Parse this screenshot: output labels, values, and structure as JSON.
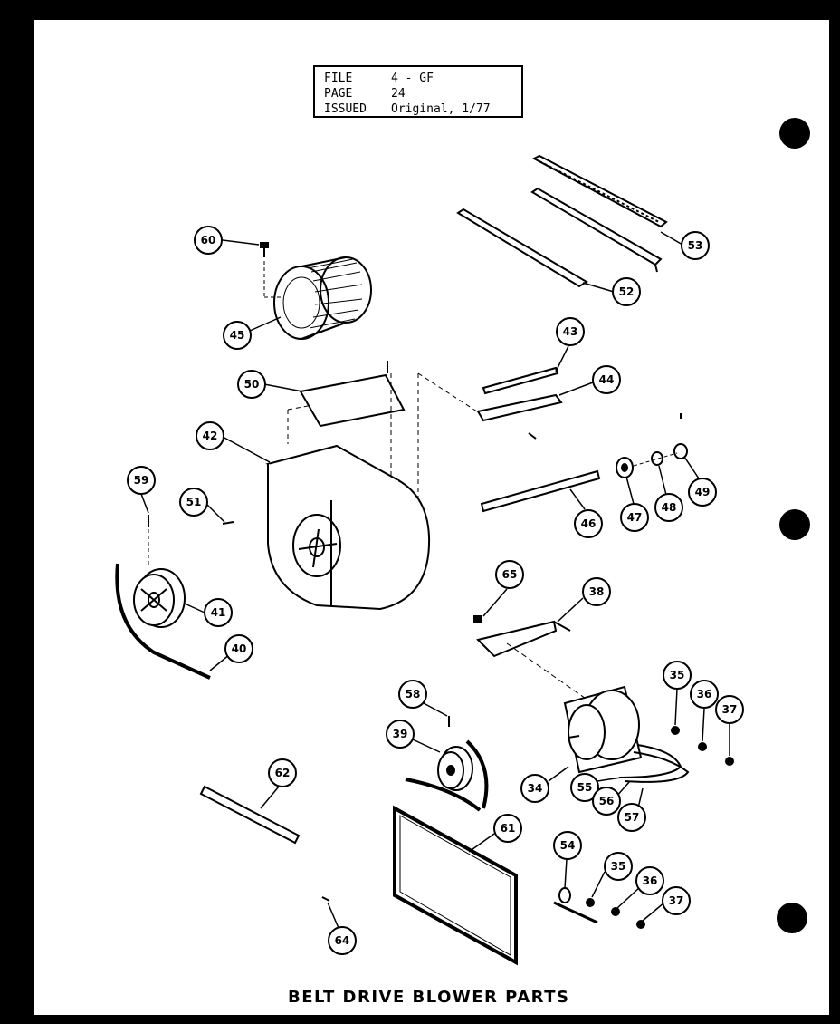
{
  "info_box": {
    "file_label": "FILE",
    "file_value": "4 - GF",
    "page_label": "PAGE",
    "page_value": "24",
    "issued_label": "ISSUED",
    "issued_value": "Original, 1/77"
  },
  "caption": "BELT DRIVE BLOWER PARTS",
  "callouts": [
    {
      "id": "c60",
      "label": "60"
    },
    {
      "id": "c45",
      "label": "45"
    },
    {
      "id": "c53",
      "label": "53"
    },
    {
      "id": "c52",
      "label": "52"
    },
    {
      "id": "c43",
      "label": "43"
    },
    {
      "id": "c44",
      "label": "44"
    },
    {
      "id": "c50",
      "label": "50"
    },
    {
      "id": "c42",
      "label": "42"
    },
    {
      "id": "c59",
      "label": "59"
    },
    {
      "id": "c51",
      "label": "51"
    },
    {
      "id": "c49",
      "label": "49"
    },
    {
      "id": "c48",
      "label": "48"
    },
    {
      "id": "c47",
      "label": "47"
    },
    {
      "id": "c46",
      "label": "46"
    },
    {
      "id": "c41",
      "label": "41"
    },
    {
      "id": "c40",
      "label": "40"
    },
    {
      "id": "c65",
      "label": "65"
    },
    {
      "id": "c38",
      "label": "38"
    },
    {
      "id": "c35a",
      "label": "35"
    },
    {
      "id": "c36a",
      "label": "36"
    },
    {
      "id": "c37a",
      "label": "37"
    },
    {
      "id": "c58",
      "label": "58"
    },
    {
      "id": "c39",
      "label": "39"
    },
    {
      "id": "c34",
      "label": "34"
    },
    {
      "id": "c55",
      "label": "55"
    },
    {
      "id": "c56",
      "label": "56"
    },
    {
      "id": "c57",
      "label": "57"
    },
    {
      "id": "c62",
      "label": "62"
    },
    {
      "id": "c61",
      "label": "61"
    },
    {
      "id": "c54",
      "label": "54"
    },
    {
      "id": "c35b",
      "label": "35"
    },
    {
      "id": "c36b",
      "label": "36"
    },
    {
      "id": "c37b",
      "label": "37"
    },
    {
      "id": "c64",
      "label": "64"
    }
  ]
}
